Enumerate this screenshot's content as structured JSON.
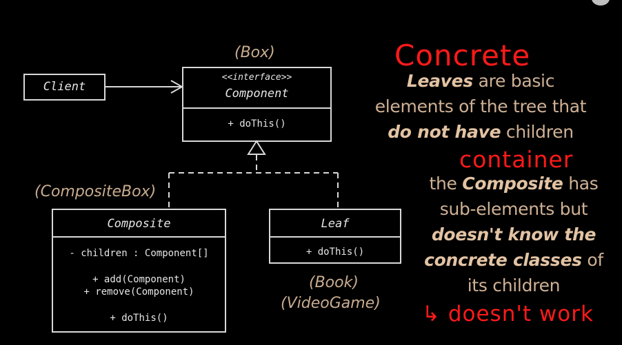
{
  "diagram": {
    "client": {
      "name": "Client"
    },
    "component": {
      "stereotype": "<<interface>>",
      "name": "Component",
      "annotation": "(Box)",
      "methods": [
        "+ doThis()"
      ]
    },
    "composite": {
      "name": "Composite",
      "annotation": "(CompositeBox)",
      "field": "- children : Component[]",
      "methods": [
        "+ add(Component)",
        "+ remove(Component)"
      ],
      "method_last": "+ doThis()"
    },
    "leaf": {
      "name": "Leaf",
      "method": "+ doThis()",
      "annotations": [
        "(Book)",
        "(VideoGame)"
      ]
    }
  },
  "descriptions": {
    "leaves": {
      "lines": [
        [
          {
            "t": "Leaves",
            "b": true
          },
          {
            "t": " are basic",
            "b": false
          }
        ],
        [
          {
            "t": "elements of the tree that",
            "b": false
          }
        ],
        [
          {
            "t": "do not have",
            "b": true
          },
          {
            "t": " children",
            "b": false
          }
        ]
      ]
    },
    "composite": {
      "lines": [
        [
          {
            "t": "the ",
            "b": false
          },
          {
            "t": "Composite",
            "b": true
          },
          {
            "t": " has",
            "b": false
          }
        ],
        [
          {
            "t": "sub-elements but",
            "b": false
          }
        ],
        [
          {
            "t": "doesn't know the",
            "b": true
          }
        ],
        [
          {
            "t": "concrete classes",
            "b": true
          },
          {
            "t": " of",
            "b": false
          }
        ],
        [
          {
            "t": "its children",
            "b": false
          }
        ]
      ]
    }
  },
  "handwritten": {
    "concrete": "Concrete",
    "container": "container",
    "doesnt_work": "↳ doesn't work"
  },
  "colors": {
    "background": "#000000",
    "lines": "#d9d9d9",
    "description": "#cfb195",
    "annotation": "#c9ac8f",
    "handwriting": "#ff1a1a"
  }
}
